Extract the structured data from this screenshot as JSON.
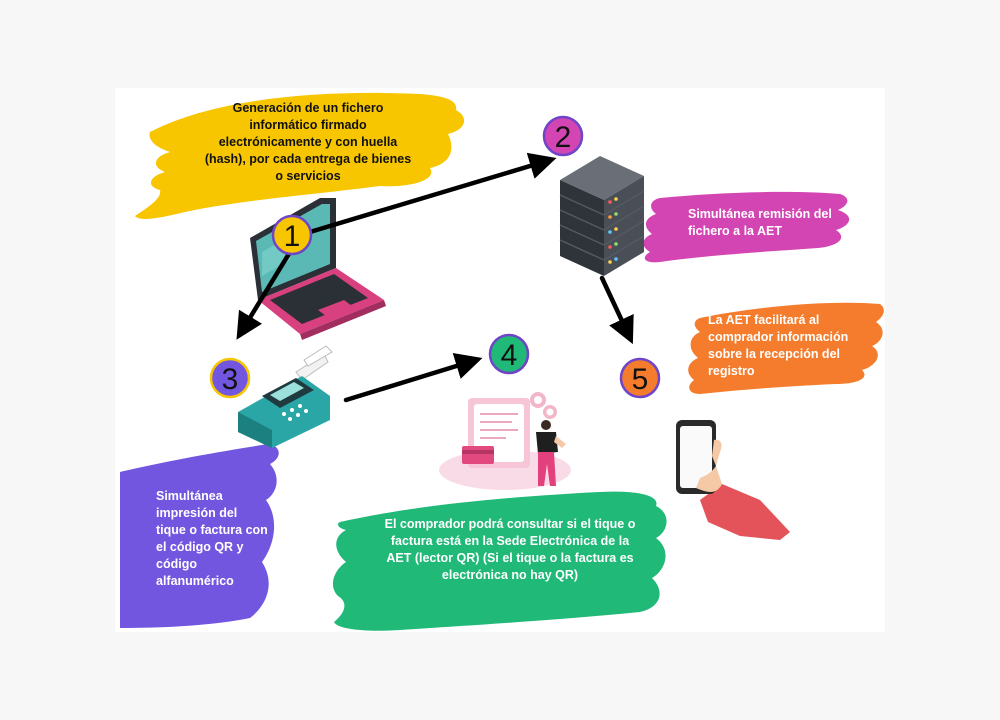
{
  "steps": [
    {
      "number": "1",
      "text": "Generación de un fichero informático firmado electrónicamente y con huella (hash), por cada entrega de bienes o servicios",
      "color": "#f7c600"
    },
    {
      "number": "2",
      "text": "Simultánea remisión del fichero a la AET",
      "color": "#d445b4"
    },
    {
      "number": "3",
      "text": "Simultánea impresión del tique o factura con el código QR y código alfanumérico",
      "color": "#7356e0"
    },
    {
      "number": "4",
      "text": "El comprador podrá consultar si el tique o factura está en la Sede Electrónica de la AET (lector QR) (Si el tique o la factura es electrónica no hay QR)",
      "color": "#21b978"
    },
    {
      "number": "5",
      "text": "La AET facilitará al comprador información sobre la recepción del registro",
      "color": "#f47c2c"
    }
  ],
  "icons": [
    "laptop-icon",
    "server-icon",
    "card-terminal-icon",
    "invoice-check-icon",
    "smartphone-in-hand-icon"
  ]
}
